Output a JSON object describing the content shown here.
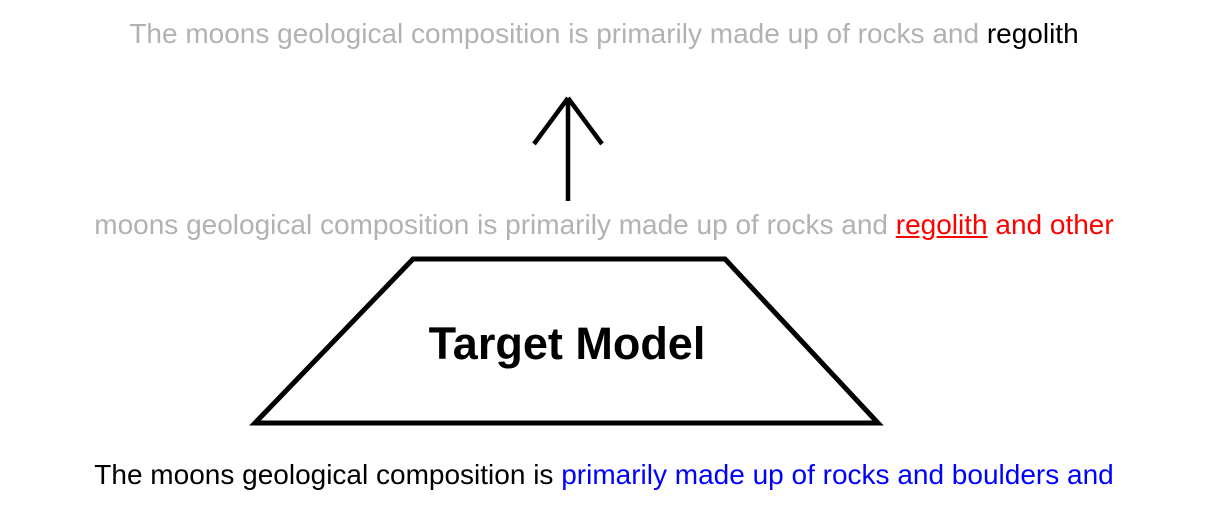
{
  "figure": {
    "top_output": {
      "context": "The moons geological composition is primarily made up of rocks and ",
      "accepted_token": "regolith"
    },
    "draft_output": {
      "context": "moons geological composition is primarily made up of rocks and ",
      "highlighted_token": "regolith",
      "extra_tokens": " and other"
    },
    "model": {
      "label": "Target Model"
    },
    "input_prompt": {
      "prefix": "The moons geological composition is ",
      "generated": "primarily made up of rocks and boulders and"
    },
    "icons": {
      "arrow": "up-arrow-icon"
    },
    "colors": {
      "muted_text": "#b2b2b2",
      "accepted_text": "#000000",
      "rejected_text": "#ff0000",
      "generated_text": "#0000ff",
      "shape_stroke": "#000000",
      "shape_fill": "#ffffff"
    }
  }
}
